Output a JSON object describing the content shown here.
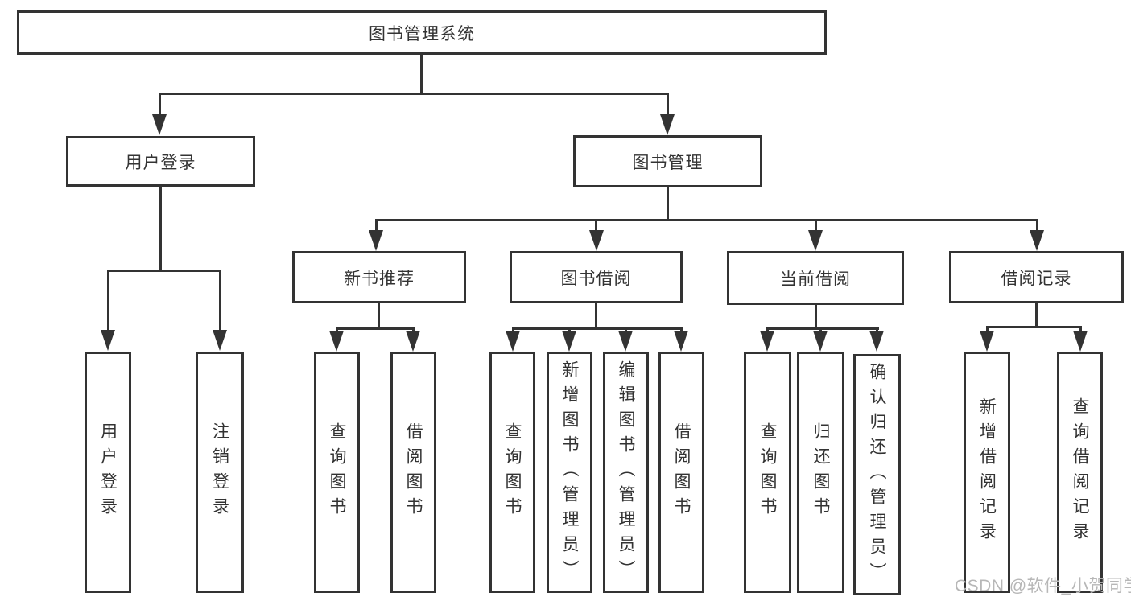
{
  "diagram": {
    "root": {
      "label": "图书管理系统"
    },
    "level2": [
      {
        "id": "user-login",
        "label": "用户登录"
      },
      {
        "id": "book-management",
        "label": "图书管理"
      }
    ],
    "level3": [
      {
        "id": "new-book-recommend",
        "label": "新书推荐"
      },
      {
        "id": "book-borrow",
        "label": "图书借阅"
      },
      {
        "id": "current-borrow",
        "label": "当前借阅"
      },
      {
        "id": "borrow-records",
        "label": "借阅记录"
      }
    ],
    "leaves": {
      "user_login": [
        {
          "label": "用户登录"
        },
        {
          "label": "注销登录"
        }
      ],
      "new_book_recommend": [
        {
          "label": "查询图书"
        },
        {
          "label": "借阅图书"
        }
      ],
      "book_borrow": [
        {
          "label": "查询图书"
        },
        {
          "label": "新增图书（管理员）"
        },
        {
          "label": "编辑图书（管理员）"
        },
        {
          "label": "借阅图书"
        }
      ],
      "current_borrow": [
        {
          "label": "查询图书"
        },
        {
          "label": "归还图书"
        },
        {
          "label": "确认归还（管理员）"
        }
      ],
      "borrow_records": [
        {
          "label": "新增借阅记录"
        },
        {
          "label": "查询借阅记录"
        }
      ]
    },
    "watermark": "CSDN @软件_小贺同学",
    "colors": {
      "line": "#333333",
      "text": "#333333",
      "box_background": "#ffffff",
      "page_background": "#ffffff",
      "watermark": "#b7b7b7"
    }
  }
}
